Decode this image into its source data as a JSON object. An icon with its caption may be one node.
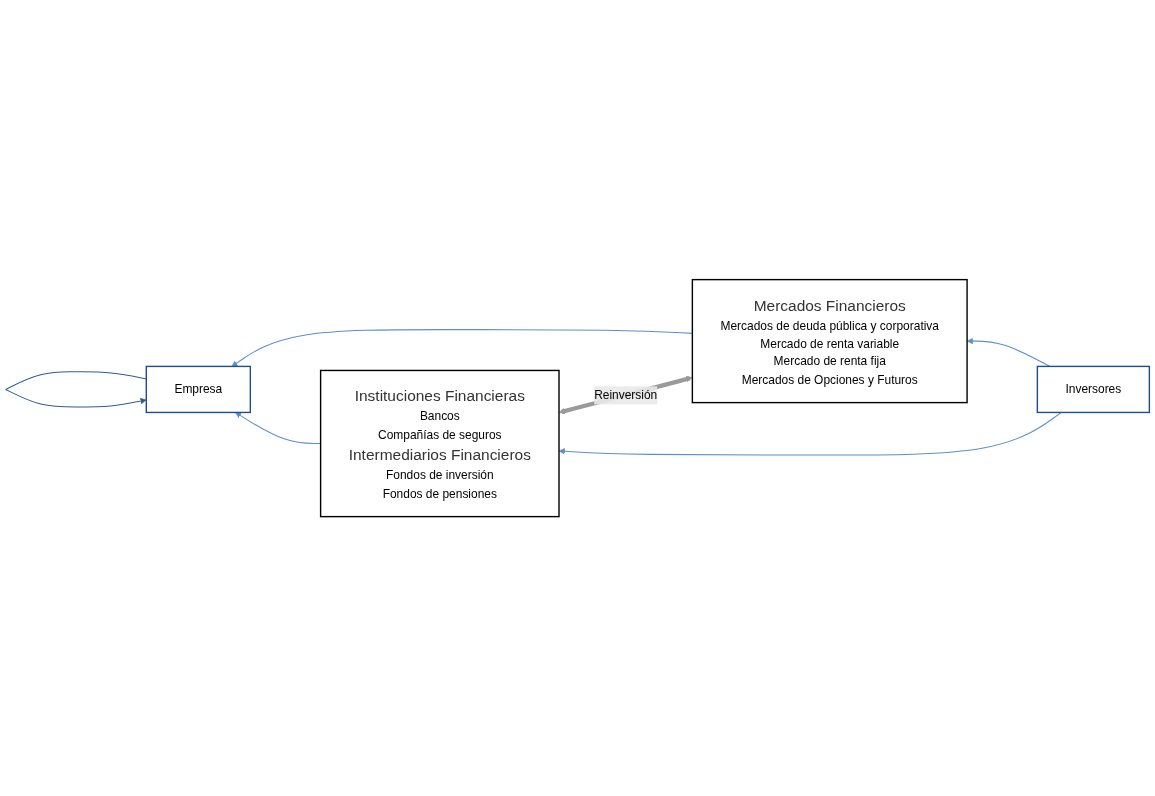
{
  "diagram": {
    "nodes": [
      {
        "text": [
          "Mercados Financieros",
          "Mercados de deuda pública y corporativa",
          "Mercado de renta variable",
          "Mercado de renta fija",
          "Mercados de Opciones y Futuros"
        ]
      },
      {
        "text": [
          "Empresa"
        ]
      },
      {
        "text": [
          "Inversores"
        ]
      },
      {
        "text": [
          "Instituciones Financieras",
          "Bancos",
          "Compañías de seguros",
          "Intermediarios Financieros",
          "Fondos de inversión",
          "Fondos de pensiones"
        ]
      }
    ],
    "edges": [
      {
        "from": 0,
        "to": 1,
        "arrow": "to"
      },
      {
        "from": 1,
        "to": 1,
        "arrow": "to",
        "color": "#2e5d95"
      },
      {
        "from": 0,
        "to": 3,
        "arrow": "both",
        "label": "Reinversión",
        "style": "thick",
        "color": "#9a9a9a"
      },
      {
        "from": 2,
        "to": 0,
        "arrow": "to"
      },
      {
        "from": 2,
        "to": 3,
        "arrow": "to"
      },
      {
        "from": 3,
        "to": 1,
        "arrow": "to"
      }
    ]
  }
}
